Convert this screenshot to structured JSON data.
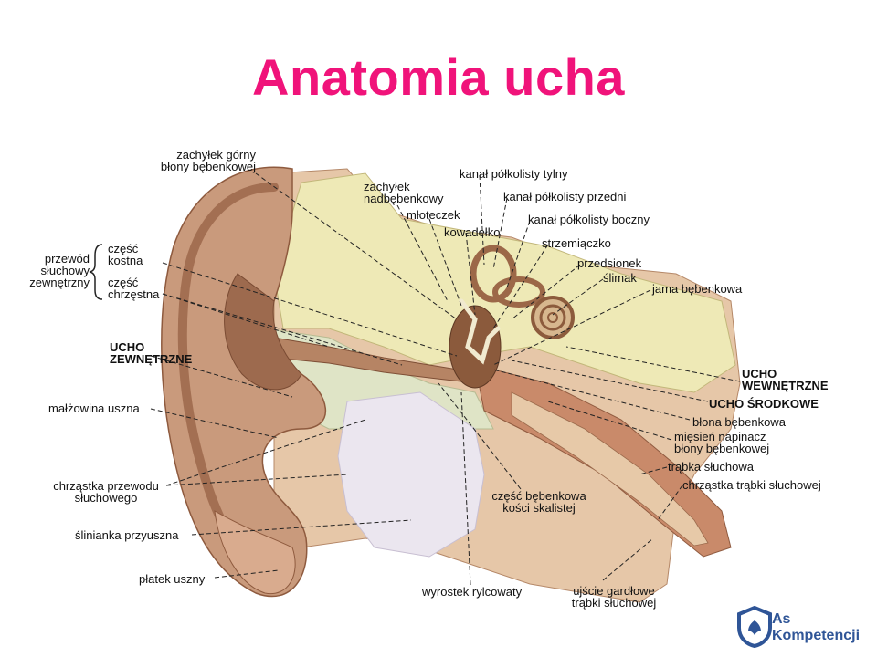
{
  "title": "Anatomia ucha",
  "colors": {
    "title": "#f0137a",
    "skin": "#c99a7c",
    "skin_dark": "#8e5a3e",
    "bone": "#e8e3b8",
    "cartilage": "#dfe3c8",
    "gland": "#ece7f0",
    "muscle": "#c67a5a",
    "logo": "#2f5597"
  },
  "labels": {
    "zachylek_gorny": "zachyłek górny\nbłony bębenkowej",
    "zachylek_nad": "zachyłek\nnadbębenkowy",
    "mloteczek": "młoteczek",
    "kowadelko": "kowadełko",
    "kanal_tylny": "kanał półkolisty tylny",
    "kanal_przedni": "kanał półkolisty przedni",
    "kanal_boczny": "kanał półkolisty boczny",
    "strzemiaczko": "strzemiączko",
    "przedsionek": "przedsionek",
    "slimak": "ślimak",
    "jama": "jama bębenkowa",
    "przewod": "przewód\nsłuchowy\nzewnętrzny",
    "czesc_kostna": "część\nkostna",
    "czesc_chrzestna": "część\nchrzęstna",
    "ucho_zewn": "UCHO\nZEWNĘTRZNE",
    "malzowina": "małżowina uszna",
    "chrzastka_przewodu": "chrząstka przewodu\nsłuchowego",
    "slinianka": "ślinianka przyuszna",
    "platek": "płatek uszny",
    "wyrostek": "wyrostek rylcowaty",
    "czesc_bebenkowa": "część bębenkowa\nkości skalistej",
    "ujscie": "ujście gardłowe\ntrąbki słuchowej",
    "chrzastka_trabki": "chrząstka trąbki słuchowej",
    "trabka": "trąbka słuchowa",
    "miesien": "mięsień napinacz\nbłony bębenkowej",
    "blona": "błona bębenkowa",
    "ucho_srodk": "UCHO ŚRODKOWE",
    "ucho_wewn": "UCHO\nWEWNĘTRZNE"
  },
  "logo": {
    "line1": "As",
    "line2": "Kompetencji"
  }
}
